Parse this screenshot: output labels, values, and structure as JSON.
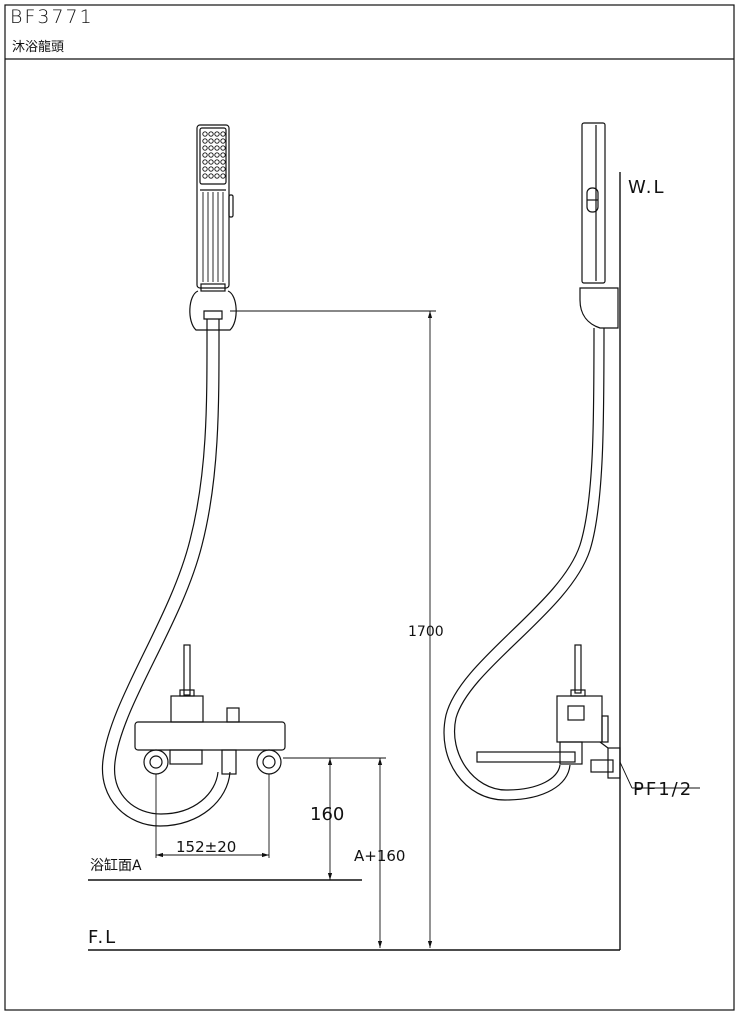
{
  "header": {
    "model_code": "BF3771",
    "product_name": "沐浴龍頭"
  },
  "labels": {
    "wall_line": "W.L",
    "floor_line": "F.L",
    "bathtub_surface": "浴缸面A",
    "pipe_thread": "PF1/2"
  },
  "dimensions": {
    "total_height": "1700",
    "height_above_tub": "160",
    "centre_spacing": "152±20",
    "height_from_floor": "A+160"
  }
}
